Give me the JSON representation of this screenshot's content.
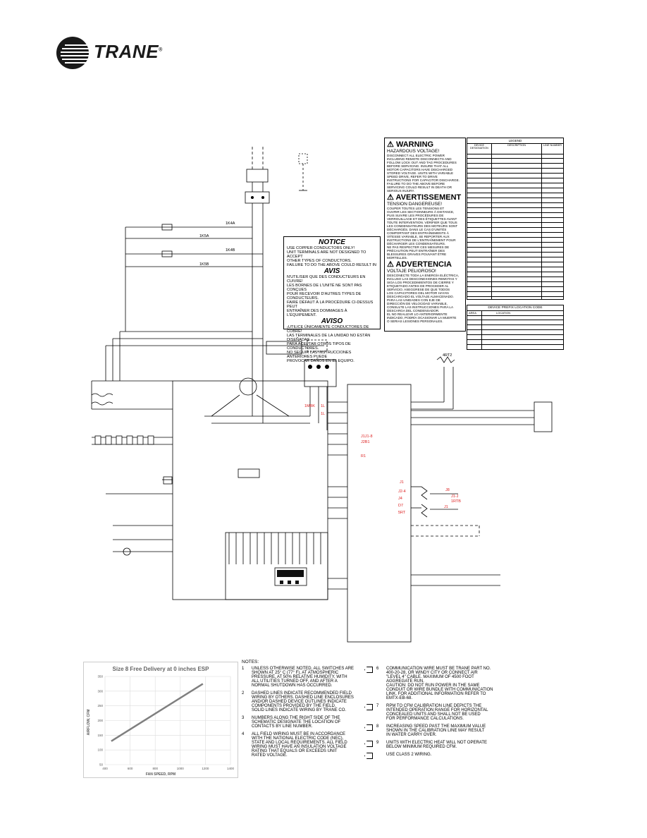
{
  "brand": {
    "name": "TRANE",
    "registered": "®"
  },
  "warning": {
    "en_title": "WARNING",
    "en_sub": "HAZARDOUS VOLTAGE!",
    "en_body": [
      "DISCONNECT ALL ELECTRIC POWER",
      "INCLUDING REMOTE DISCONNECTS AND",
      "FOLLOW LOCK OUT AND TAG PROCEDURES",
      "BEFORE SERVICING. INSURE THAT ALL",
      "MOTOR CAPACITORS HAVE DISCHARGED",
      "STORED VOLTAGE. UNITS WITH VARIABLE",
      "SPEED DRIVE, REFER TO DRIVE",
      "INSTRUCTIONS FOR CAPACITOR DISCHARGE.",
      "FAILURE TO DO THE ABOVE BEFORE",
      "SERVICING COULD RESULT IN DEATH OR",
      "SERIOUS INJURY."
    ],
    "fr_title": "AVERTISSEMENT",
    "fr_sub": "TENSION DANGEREUSE!",
    "fr_body": [
      "COUPER TOUTES LES TENSIONS ET",
      "OUVRIR LES SECTIONNEURS À DISTANCE,",
      "PUIS SUIVRE LES PROCÉDURES DE",
      "VERROUILLAGE ET DES ÉTIQUETTES AVANT",
      "TOUTE INTERVENTION. VÉRIFIER QUE TOUS",
      "LES CONDENSATEURS DES MOTEURS SONT",
      "DÉCHARGÉS. DANS LE CAS D'UNITÉS",
      "COMPORTANT DES ENTRAÎNEMENTS À",
      "VITESSE VARIABLE, SE REPORTER AUX",
      "INSTRUCTIONS DE L'ENTRAÎNEMENT POUR",
      "DÉCHARGER LES CONDENSATEURS.",
      "NE PAS RESPECTER CES MESURES DE",
      "PRÉCAUTION PEUT ENTRAÎNER DES",
      "BLESSURES GRAVES POUVANT ÊTRE",
      "MORTELLES."
    ],
    "es_title": "ADVERTENCIA",
    "es_sub": "VOLTAJE PELIGROSO!",
    "es_body": [
      "DESCONECTE TODA LA ENERGÍA ELÉCTRICA,",
      "INCLUSO LAS DESCONEXIONES REMOTAS Y",
      "SIGA LOS PROCEDIMIENTOS DE CIERRE Y",
      "ETIQUETADO ANTES DE PROCEDER AL",
      "SERVICIO. ASEGÚRESE DE QUE TODOS",
      "LOS CAPACITORES DEL MOTOR HAYAN",
      "DESCARGADO EL VOLTAJE ALMACENADO.",
      "PARA LAS UNIDADES CON EJE DE",
      "DIRECCIÓN DE VELOCIDAD VARIABLE,",
      "CONSULTE LAS INSTRUCCIONES PARA LA",
      "DESCARGA DEL CONDENSADOR.",
      "EL NO REALIZAR LO ANTERIORMENTE",
      "INDICADO, PODRÍA OCASIONAR LA MUERTE",
      "O SERIAS LESIONES PERSONALES."
    ]
  },
  "notice": {
    "en_title": "NOTICE",
    "en_body": [
      "USE COPPER CONDUCTORS ONLY!",
      "UNIT TERMINALS ARE NOT DESIGNED TO ACCEPT",
      "OTHER TYPES OF CONDUCTORS.",
      "FAILURE TO DO THE ABOVE COULD RESULT IN"
    ],
    "fr_title": "AVIS",
    "fr_body": [
      "N'UTILISER QUE DES CONDUCTEURS EN CUIVRE!",
      "LES BORNES DE L'UNITÉ NE SONT PAS CONÇUES",
      "POUR RECEVOIR D'AUTRES TYPES DE CONDUCTEURS.",
      "FAIRE DÉFAUT À LA PROCÉDURE CI-DESSUS PEUT",
      "ENTRAÎNER DES DOMMAGES À L'ÉQUIPEMENT."
    ],
    "es_title": "AVISO",
    "es_body": [
      "¡UTILICE ÚNICAMENTE CONDUCTORES DE COBRE!",
      "LAS TERMINALES DE LA UNIDAD NO ESTÁN DISEÑADAS",
      "PARA ACEPTAR OTROS TIPOS DE CONDUCTORES.",
      "NO SEGUIR LAS INSTRUCCIONES ANTERIORES PUEDE",
      "PROVOCAR DAÑOS EN EL EQUIPO."
    ]
  },
  "legend": {
    "title": "LEGEND",
    "col_device": "DEVICE DESIGNATION",
    "col_description": "DESCRIPTION",
    "col_line": "LINE NUMBER"
  },
  "prefix_table": {
    "title": "DEVICE PREFIX LOCATION CODE",
    "col_area": "AREA",
    "col_location": "LOCATION"
  },
  "labels": {
    "f1": "1K4A",
    "f2": "1K5A",
    "f3": "1K4B",
    "f4": "1K5B",
    "rt": "4RT2"
  },
  "notes": {
    "heading": "NOTES:",
    "left": [
      {
        "num": "1",
        "text": [
          "UNLESS OTHERWISE NOTED, ALL SWITCHES ARE",
          "SHOWN AT 25° C (77° F), AT ATMOSPHERIC",
          "PRESSURE, AT 50% RELATIVE HUMIDITY, WITH",
          "ALL UTILITIES TURNED OFF, AND AFTER A",
          "NORMAL SHUTDOWN HAS OCCURRED."
        ]
      },
      {
        "num": "2",
        "text": [
          "DASHED LINES INDICATE RECOMMENDED FIELD",
          "WIRING BY OTHERS. DASHED LINE ENCLOSURES",
          "AND/OR DASHED DEVICE OUTLINES INDICATE",
          "COMPONENTS PROVIDED BY THE FIELD.",
          "SOLID LINES INDICATE WIRING BY TRANE CO."
        ]
      },
      {
        "num": "3",
        "text": [
          "NUMBERS ALONG THE RIGHT SIDE OF THE",
          "SCHEMATIC DESIGNATE THE LOCATION OF",
          "CONTACTS BY LINE NUMBER."
        ]
      },
      {
        "num": "4",
        "text": [
          "ALL FIELD WIRING MUST BE IN ACCORDANCE",
          "WITH THE NATIONAL ELECTRIC CODE (NEC),",
          "STATE AND LOCAL REQUIREMENTS. ALL FIELD",
          "WIRING MUST HAVE AN INSULATION VOLTAGE",
          "RATING THAT EQUALS OR EXCEEDS UNIT",
          "RATED VOLTAGE."
        ]
      }
    ],
    "right": [
      {
        "num": "6",
        "text": [
          "COMMUNICATION WIRE MUST BE TRANE PART NO.",
          "400-20-28, OR WINDY CITY OR CONNECT AIR",
          "\"LEVEL 4\" CABLE. MAXIMUM OF 4500 FOOT",
          "AGGREGATE RUN.",
          "CAUTION: DO NOT RUN POWER IN THE SAME",
          "CONDUIT OR WIRE BUNDLE WITH COMMUNICATION",
          "LINK. FOR ADDITIONAL INFORMATION REFER TO",
          "EMTX-EB-68."
        ]
      },
      {
        "num": "7",
        "text": [
          "RPM TO CFM CALIBRATION LINE DEPICTS THE",
          "INTENDED OPERATION RANGE FOR HORIZONTAL",
          "CONCEALED UNITS AND SHALL NOT BE USED",
          "FOR PERFORMANCE CALCULATIONS."
        ]
      },
      {
        "num": "8",
        "text": [
          "INCREASING SPEED PAST THE MAXIMUM VALUE",
          "SHOWN IN THE CALIBRATION LINE MAY RESULT",
          "IN WATER CARRY OVER."
        ]
      },
      {
        "num": "9",
        "text": [
          "UNITS WITH ELECTRIC HEAT WILL NOT OPERATE",
          "BELOW MINIMUM REQUIRED CFM."
        ]
      },
      {
        "num": "",
        "text": [
          "USE CLASS 2 WIRING."
        ]
      }
    ]
  },
  "chart_data": {
    "type": "line",
    "title": "Size 8 Free Delivery at 0 inches ESP",
    "xlabel": "FAN SPEED, RPM",
    "ylabel": "AIRFLOW, CFM",
    "xlim": [
      400,
      1400
    ],
    "ylim": [
      50,
      350
    ],
    "xticks": [
      400,
      600,
      800,
      1000,
      1200,
      1400
    ],
    "yticks": [
      50,
      100,
      150,
      200,
      250,
      300,
      350
    ],
    "grid": true,
    "series": [
      {
        "x": [
          450,
          1180
        ],
        "y": [
          130,
          325
        ],
        "color": "#7f7f7f"
      }
    ]
  }
}
